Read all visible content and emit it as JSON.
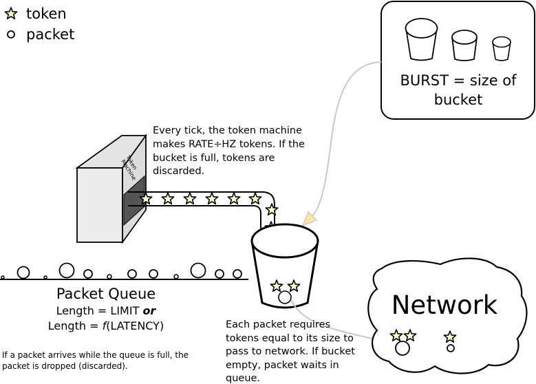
{
  "legend": {
    "token_label": "token",
    "packet_label": "packet"
  },
  "burst": {
    "line1": "BURST = size of",
    "line2": "bucket"
  },
  "token_machine": {
    "label_line1": "Token",
    "label_line2": "Machine",
    "note": [
      "Every tick, the token machine",
      "makes RATE÷HZ tokens. If the",
      "bucket is full, tokens are",
      "discarded."
    ]
  },
  "packet_queue": {
    "title": "Packet Queue",
    "length_prefix_1": "Length = LIMIT ",
    "length_or": "or",
    "length_prefix_2": "Length = ",
    "length_f": "f",
    "length_suffix_2": "(LATENCY)",
    "dropped_note": [
      "If a packet arrives while the queue is full, the",
      "packet is dropped (discarded)."
    ]
  },
  "bucket_note": [
    "Each packet requires",
    "tokens equal to its size to",
    "pass to network. If bucket",
    "empty, packet waits in",
    "queue."
  ],
  "network": {
    "label": "Network"
  },
  "colors": {
    "token_fill": "#ffffcc",
    "machine_front": "#ececec",
    "machine_side": "#dcdcdc",
    "machine_slot": "#555555",
    "arrow": "#c8c8c8",
    "arrow_head": "#ffe6a8"
  },
  "icons": {
    "token": "star-icon",
    "packet": "circle-icon"
  }
}
